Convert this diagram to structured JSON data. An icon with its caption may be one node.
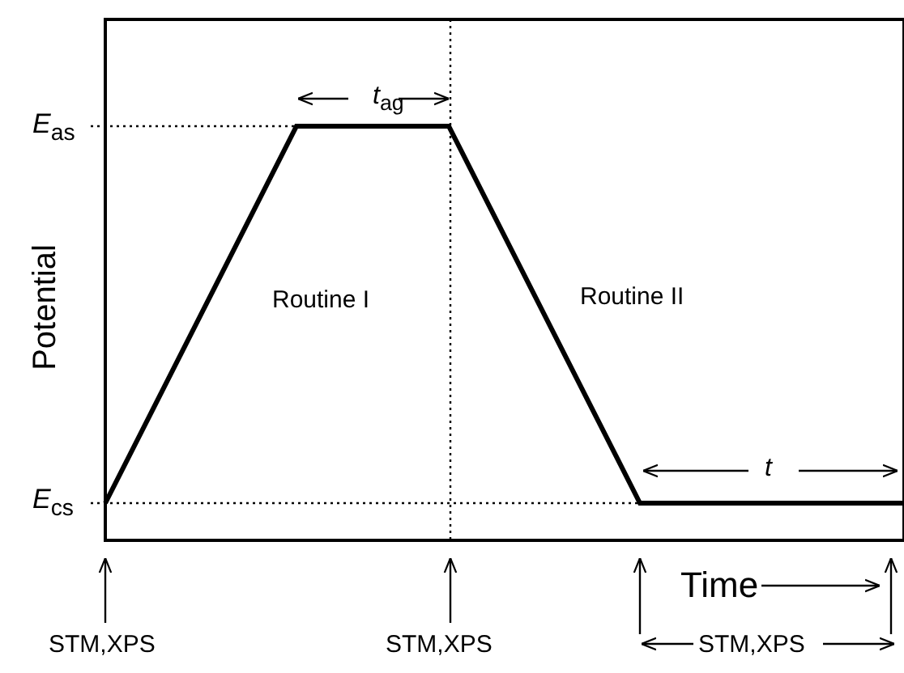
{
  "diagram": {
    "labels": [
      "*t*$_{ag}$",
      "*E*$_{as}$",
      "Potential",
      "Routine I",
      "Routine II",
      "*t*",
      "*E*$_{cs}$",
      "Time",
      "STM,XPS",
      "STM,XPS",
      "STM,XPS"
    ]
  }
}
